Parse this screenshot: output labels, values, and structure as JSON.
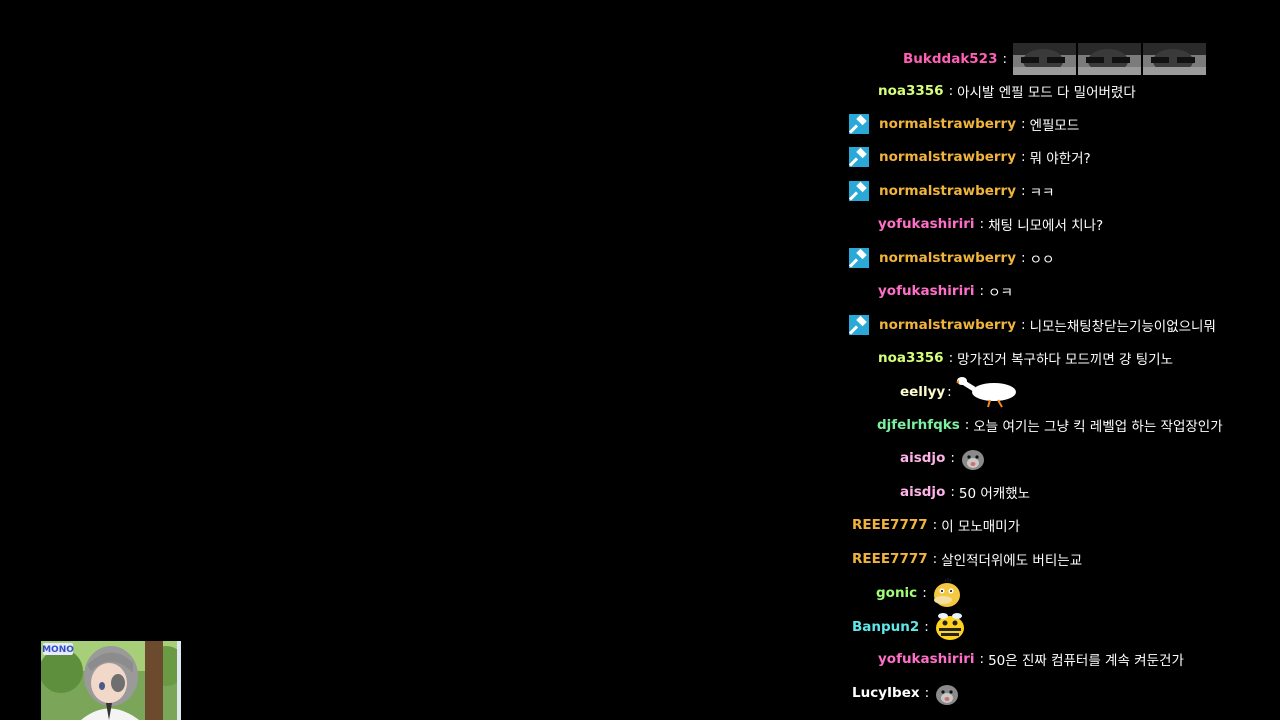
{
  "colors": {
    "background": "#000000",
    "message_text": "#ffffff",
    "mod_icon_bg": "#2aa8d8"
  },
  "thumbnail": {
    "logo_text": "MONO"
  },
  "chat": {
    "messages": [
      {
        "nick": "Bukddak523",
        "color": "#ff5fb4",
        "mod": false,
        "text": "",
        "emote": "dark-face-emote-strip"
      },
      {
        "nick": "noa3356",
        "color": "#d6ff7a",
        "mod": false,
        "text": "아시발 엔필 모드 다 밀어버렸다"
      },
      {
        "nick": "normalstrawberry",
        "color": "#f0b43c",
        "mod": true,
        "text": "엔필모드"
      },
      {
        "nick": "normalstrawberry",
        "color": "#f0b43c",
        "mod": true,
        "text": "뭐 야한거?"
      },
      {
        "nick": "normalstrawberry",
        "color": "#f0b43c",
        "mod": true,
        "text": "ㅋㅋ"
      },
      {
        "nick": "yofukashiriri",
        "color": "#ff6fc8",
        "mod": false,
        "text": "채팅 니모에서 치나?"
      },
      {
        "nick": "normalstrawberry",
        "color": "#f0b43c",
        "mod": true,
        "text": "ㅇㅇ"
      },
      {
        "nick": "yofukashiriri",
        "color": "#ff6fc8",
        "mod": false,
        "text": "ㅇㅋ"
      },
      {
        "nick": "normalstrawberry",
        "color": "#f0b43c",
        "mod": true,
        "text": "니모는채팅창닫는기능이없으니뭐"
      },
      {
        "nick": "noa3356",
        "color": "#d6ff7a",
        "mod": false,
        "text": "망가진거 복구하다 모드끼면 걍 팅기노"
      },
      {
        "nick": "eellyy",
        "color": "#fffbd0",
        "mod": false,
        "text": "",
        "emote": "goose-emote"
      },
      {
        "nick": "djfelrhfqks",
        "color": "#7cf0a0",
        "mod": false,
        "text": "오늘 여기는 그냥 킥 레벨업 하는 작업장인가"
      },
      {
        "nick": "aisdjo",
        "color": "#ffb4e8",
        "mod": false,
        "text": "",
        "emote": "hamster-emote"
      },
      {
        "nick": "aisdjo",
        "color": "#ffb4e8",
        "mod": false,
        "text": "50 어캐했노"
      },
      {
        "nick": "REEE7777",
        "color": "#f0b43c",
        "mod": false,
        "text": "이 모노매미가"
      },
      {
        "nick": "REEE7777",
        "color": "#f0b43c",
        "mod": false,
        "text": "살인적더위에도 버티는교"
      },
      {
        "nick": "gonic",
        "color": "#a0ff78",
        "mod": false,
        "text": "",
        "emote": "psyduck-emote"
      },
      {
        "nick": "Banpun2",
        "color": "#5fe8e8",
        "mod": false,
        "text": "",
        "emote": "bee-emote"
      },
      {
        "nick": "yofukashiriri",
        "color": "#ff6fc8",
        "mod": false,
        "text": "50은 진짜 컴퓨터를 계속 켜둔건가"
      },
      {
        "nick": "LucyIbex",
        "color": "#ffffff",
        "mod": false,
        "text": "",
        "emote": "hamster-emote"
      }
    ]
  }
}
